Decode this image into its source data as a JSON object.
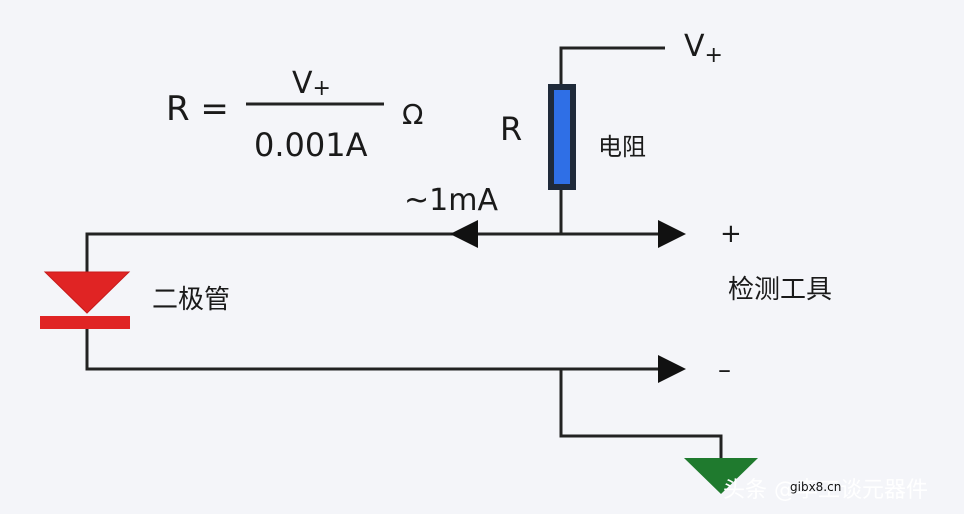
{
  "formula": {
    "lhs": "R =",
    "numerator": "V",
    "numerator_sub": "+",
    "denominator": "0.001A",
    "unit": "Ω"
  },
  "supply": {
    "label": "V",
    "sub": "+"
  },
  "resistor": {
    "symbol": "R",
    "label": "电阻",
    "color": "#2f6fe6"
  },
  "current": {
    "label": "~1mA"
  },
  "diode": {
    "label": "二极管",
    "color": "#e02424"
  },
  "tester": {
    "label": "检测工具",
    "plus": "+",
    "minus": "–"
  },
  "ground": {
    "color": "#1f7a2e"
  },
  "watermark": {
    "text": "头条 @李工谈元器件",
    "site": "gibx8.cn"
  }
}
